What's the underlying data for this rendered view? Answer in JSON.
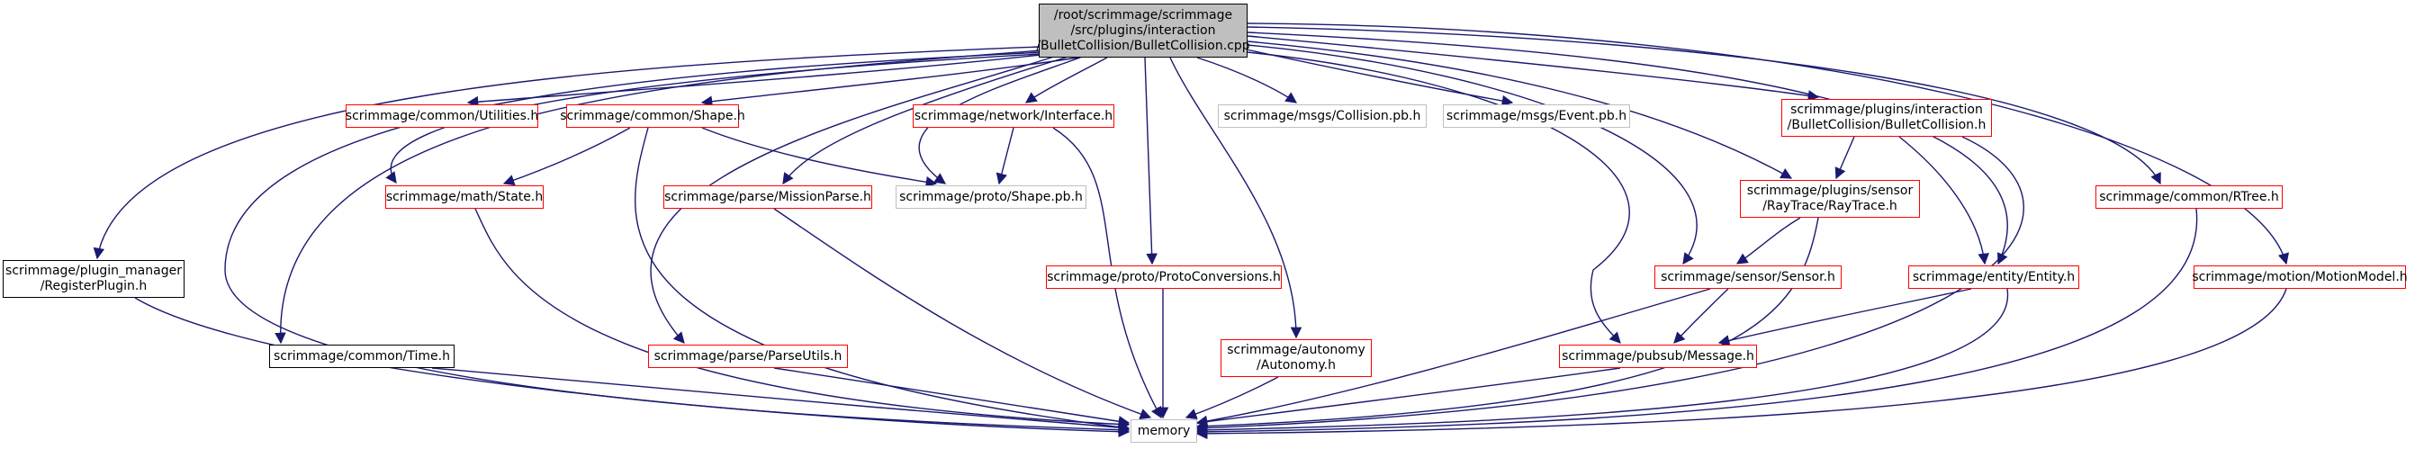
{
  "nodes": {
    "main": "/root/scrimmage/scrimmage\n/src/plugins/interaction\n/BulletCollision/BulletCollision.cpp",
    "utilities": "scrimmage/common/Utilities.h",
    "shape": "scrimmage/common/Shape.h",
    "interface": "scrimmage/network/Interface.h",
    "collision_pb": "scrimmage/msgs/Collision.pb.h",
    "event_pb": "scrimmage/msgs/Event.pb.h",
    "bullet_h": "scrimmage/plugins/interaction\n/BulletCollision/BulletCollision.h",
    "state": "scrimmage/math/State.h",
    "mission_parse": "scrimmage/parse/MissionParse.h",
    "shape_pb": "scrimmage/proto/Shape.pb.h",
    "raytrace": "scrimmage/plugins/sensor\n/RayTrace/RayTrace.h",
    "rtree": "scrimmage/common/RTree.h",
    "register_plugin": "scrimmage/plugin_manager\n/RegisterPlugin.h",
    "proto_conv": "scrimmage/proto/ProtoConversions.h",
    "sensor": "scrimmage/sensor/Sensor.h",
    "entity": "scrimmage/entity/Entity.h",
    "motion_model": "scrimmage/motion/MotionModel.h",
    "time": "scrimmage/common/Time.h",
    "parse_utils": "scrimmage/parse/ParseUtils.h",
    "autonomy": "scrimmage/autonomy\n/Autonomy.h",
    "message": "scrimmage/pubsub/Message.h",
    "memory": "memory"
  },
  "colors": {
    "edge": "#191970",
    "documented_border": "#ff0000",
    "undocumented_border": "#bfbfbf",
    "main_fill": "#bfbfbf"
  }
}
